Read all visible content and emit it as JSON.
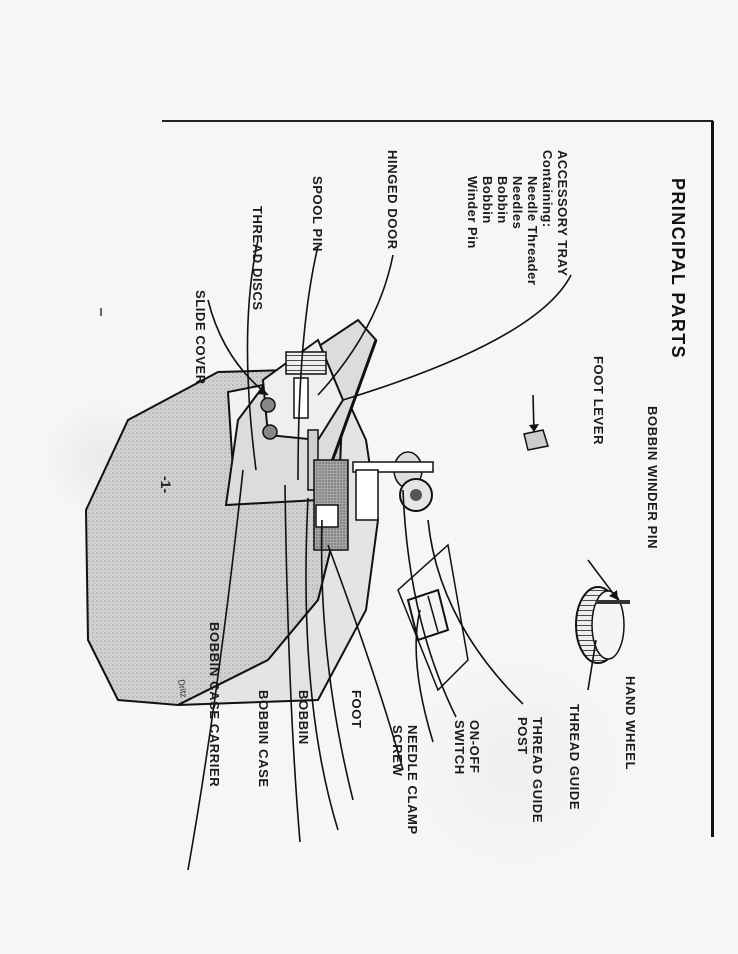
{
  "title": "PRINCIPAL PARTS",
  "page_number": "-1-",
  "accessory_tray": {
    "heading": "ACCESSORY TRAY",
    "containing": "Containing:",
    "items": [
      "Needle Threader",
      "Needles",
      "Bobbin",
      "Bobbin",
      "Winder Pin"
    ]
  },
  "labels": {
    "hinged_door": "HINGED DOOR",
    "spool_pin": "SPOOL PIN",
    "thread_discs": "THREAD DISCS",
    "slide_cover": "SLIDE COVER",
    "foot_lever": "FOOT LEVER",
    "bobbin_winder_pin": "BOBBIN WINDER PIN",
    "hand_wheel": "HAND WHEEL",
    "thread_guide": "THREAD GUIDE",
    "thread_guide_post_1": "THREAD GUIDE",
    "thread_guide_post_2": "POST",
    "on_off_switch_1": "ON-OFF",
    "on_off_switch_2": "SWITCH",
    "needle_clamp_screw_1": "NEEDLE CLAMP",
    "needle_clamp_screw_2": "SCREW",
    "foot": "FOOT",
    "bobbin": "BOBBIN",
    "bobbin_case": "BOBBIN CASE",
    "bobbin_case_carrier": "BOBBIN CASE CARRIER"
  },
  "machine_brand": "Dritz"
}
